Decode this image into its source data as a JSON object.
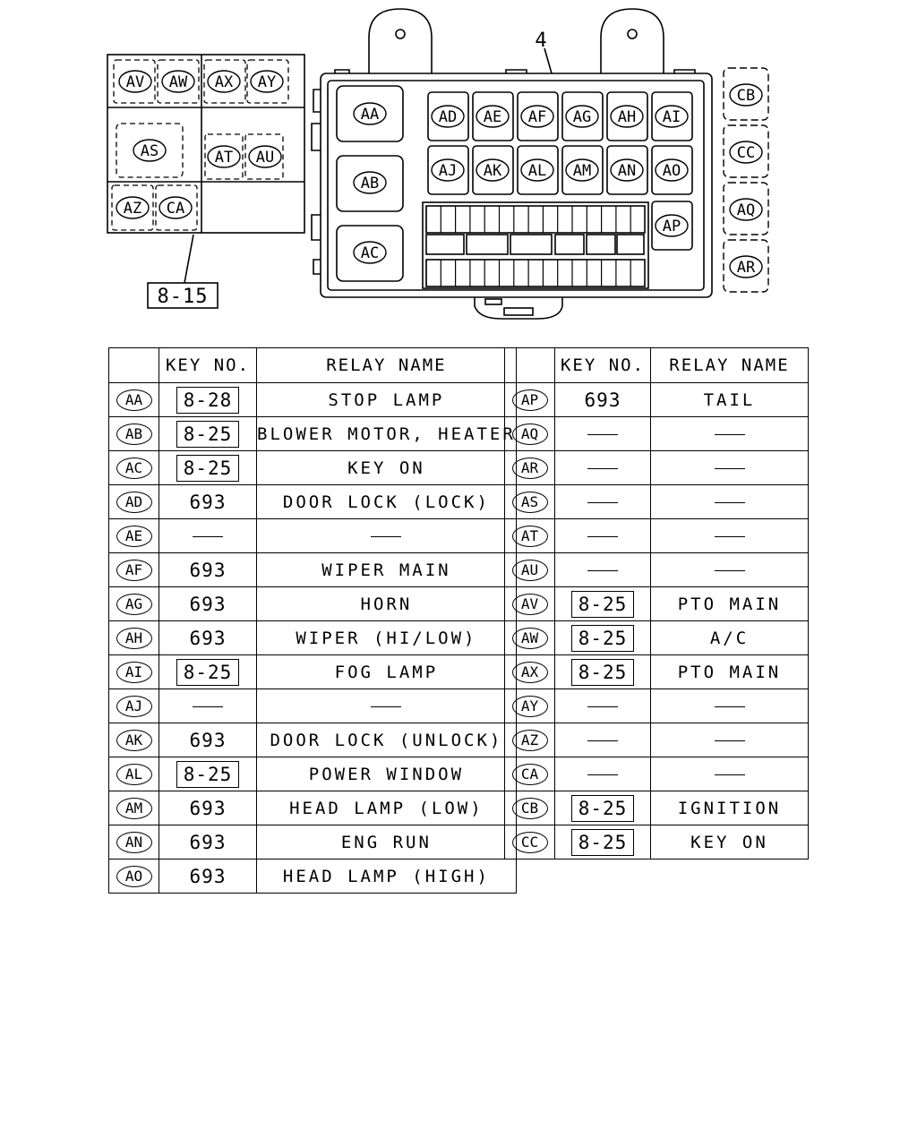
{
  "diagram": {
    "callout_box_label": "8-15",
    "callout_number": "4",
    "sub_box_labels": [
      "AV",
      "AW",
      "AX",
      "AY",
      "AS",
      "AT",
      "AU",
      "AZ",
      "CA"
    ],
    "main_box_labels": [
      "AA",
      "AB",
      "AC",
      "AD",
      "AE",
      "AF",
      "AG",
      "AH",
      "AI",
      "AJ",
      "AK",
      "AL",
      "AM",
      "AN",
      "AO",
      "AP"
    ],
    "side_labels": [
      "CB",
      "CC",
      "AQ",
      "AR"
    ]
  },
  "table": {
    "headers": [
      "",
      "KEY NO.",
      "RELAY NAME",
      "",
      "KEY NO.",
      "RELAY NAME"
    ],
    "left_rows": [
      {
        "code": "AA",
        "key": "8-28",
        "key_boxed": true,
        "name": "STOP LAMP"
      },
      {
        "code": "AB",
        "key": "8-25",
        "key_boxed": true,
        "name": "BLOWER MOTOR, HEATER"
      },
      {
        "code": "AC",
        "key": "8-25",
        "key_boxed": true,
        "name": "KEY ON"
      },
      {
        "code": "AD",
        "key": "693",
        "key_boxed": false,
        "name": "DOOR LOCK (LOCK)"
      },
      {
        "code": "AE",
        "key": "—",
        "key_boxed": false,
        "name": "—"
      },
      {
        "code": "AF",
        "key": "693",
        "key_boxed": false,
        "name": "WIPER MAIN"
      },
      {
        "code": "AG",
        "key": "693",
        "key_boxed": false,
        "name": "HORN"
      },
      {
        "code": "AH",
        "key": "693",
        "key_boxed": false,
        "name": "WIPER (HI/LOW)"
      },
      {
        "code": "AI",
        "key": "8-25",
        "key_boxed": true,
        "name": "FOG LAMP"
      },
      {
        "code": "AJ",
        "key": "—",
        "key_boxed": false,
        "name": "—"
      },
      {
        "code": "AK",
        "key": "693",
        "key_boxed": false,
        "name": "DOOR LOCK (UNLOCK)"
      },
      {
        "code": "AL",
        "key": "8-25",
        "key_boxed": true,
        "name": "POWER WINDOW"
      },
      {
        "code": "AM",
        "key": "693",
        "key_boxed": false,
        "name": "HEAD LAMP (LOW)"
      },
      {
        "code": "AN",
        "key": "693",
        "key_boxed": false,
        "name": "ENG RUN"
      },
      {
        "code": "AO",
        "key": "693",
        "key_boxed": false,
        "name": "HEAD LAMP (HIGH)"
      }
    ],
    "right_rows": [
      {
        "code": "AP",
        "key": "693",
        "key_boxed": false,
        "name": "TAIL"
      },
      {
        "code": "AQ",
        "key": "—",
        "key_boxed": false,
        "name": "—"
      },
      {
        "code": "AR",
        "key": "—",
        "key_boxed": false,
        "name": "—"
      },
      {
        "code": "AS",
        "key": "—",
        "key_boxed": false,
        "name": "—"
      },
      {
        "code": "AT",
        "key": "—",
        "key_boxed": false,
        "name": "—"
      },
      {
        "code": "AU",
        "key": "—",
        "key_boxed": false,
        "name": "—"
      },
      {
        "code": "AV",
        "key": "8-25",
        "key_boxed": true,
        "name": "PTO MAIN"
      },
      {
        "code": "AW",
        "key": "8-25",
        "key_boxed": true,
        "name": "A/C"
      },
      {
        "code": "AX",
        "key": "8-25",
        "key_boxed": true,
        "name": "PTO MAIN"
      },
      {
        "code": "AY",
        "key": "—",
        "key_boxed": false,
        "name": "—"
      },
      {
        "code": "AZ",
        "key": "—",
        "key_boxed": false,
        "name": "—"
      },
      {
        "code": "CA",
        "key": "—",
        "key_boxed": false,
        "name": "—"
      },
      {
        "code": "CB",
        "key": "8-25",
        "key_boxed": true,
        "name": "IGNITION"
      },
      {
        "code": "CC",
        "key": "8-25",
        "key_boxed": true,
        "name": "KEY ON"
      }
    ]
  }
}
